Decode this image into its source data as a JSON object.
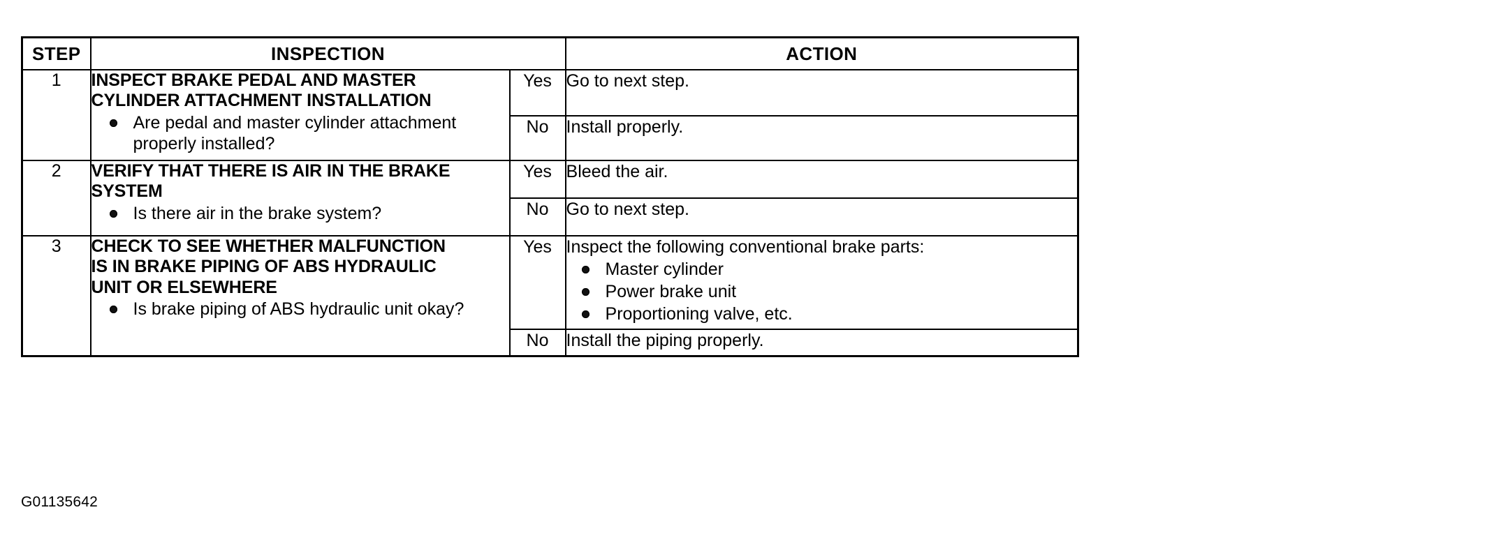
{
  "document": {
    "caption": "G01135642"
  },
  "table": {
    "headers": {
      "step": "STEP",
      "inspection": "INSPECTION",
      "action": "ACTION"
    },
    "rows": [
      {
        "step": "1",
        "inspection": {
          "title_lines": [
            "INSPECT BRAKE PEDAL AND MASTER",
            "CYLINDER ATTACHMENT INSTALLATION"
          ],
          "bullets": [
            "Are pedal and master cylinder attachment properly installed?"
          ]
        },
        "outcomes": [
          {
            "label": "Yes",
            "action_lead": "Go to next step.",
            "action_bullets": []
          },
          {
            "label": "No",
            "action_lead": "Install properly.",
            "action_bullets": []
          }
        ]
      },
      {
        "step": "2",
        "inspection": {
          "title_lines": [
            "VERIFY THAT THERE IS AIR IN THE BRAKE",
            "SYSTEM"
          ],
          "bullets": [
            "Is there air in the brake system?"
          ]
        },
        "outcomes": [
          {
            "label": "Yes",
            "action_lead": "Bleed the air.",
            "action_bullets": []
          },
          {
            "label": "No",
            "action_lead": "Go to next step.",
            "action_bullets": []
          }
        ]
      },
      {
        "step": "3",
        "inspection": {
          "title_lines": [
            "CHECK TO SEE WHETHER MALFUNCTION",
            "IS IN BRAKE PIPING OF ABS HYDRAULIC",
            "UNIT OR ELSEWHERE"
          ],
          "bullets": [
            "Is brake piping of ABS hydraulic unit okay?"
          ]
        },
        "outcomes": [
          {
            "label": "Yes",
            "action_lead": "Inspect the following conventional brake parts:",
            "action_bullets": [
              "Master cylinder",
              "Power brake unit",
              "Proportioning valve, etc."
            ]
          },
          {
            "label": "No",
            "action_lead": "Install the piping properly.",
            "action_bullets": []
          }
        ]
      }
    ]
  },
  "colors": {
    "ink": "#000000",
    "paper": "#ffffff"
  }
}
